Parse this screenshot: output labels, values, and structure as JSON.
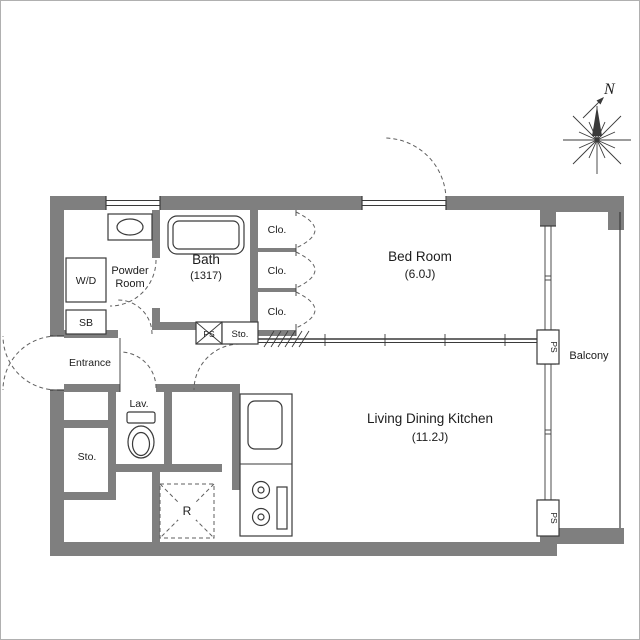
{
  "plan": {
    "compass": {
      "label": "N"
    },
    "rooms": {
      "bath": {
        "name": "Bath",
        "size": "(1317)"
      },
      "powder_room": {
        "name_line1": "Powder",
        "name_line2": "Room"
      },
      "washer_dryer": {
        "label": "W/D"
      },
      "shoe_box": {
        "label": "SB"
      },
      "entrance": {
        "label": "Entrance"
      },
      "pipe_space_hall": {
        "label": "PS"
      },
      "storage_hall": {
        "label": "Sto."
      },
      "closet_top": {
        "label": "Clo."
      },
      "closet_middle": {
        "label": "Clo."
      },
      "closet_bottom": {
        "label": "Clo."
      },
      "bedroom": {
        "name": "Bed Room",
        "size": "(6.0J)"
      },
      "living_dining_kitchen": {
        "name": "Living Dining Kitchen",
        "size": "(11.2J)"
      },
      "lavatory": {
        "label": "Lav."
      },
      "storage_left": {
        "label": "Sto."
      },
      "refrigerator_space": {
        "label": "R"
      },
      "balcony": {
        "label": "Balcony"
      },
      "pipe_space_right_top": {
        "label": "PS"
      },
      "pipe_space_right_bottom": {
        "label": "PS"
      }
    },
    "colors": {
      "wall": "#7f7f7f",
      "line": "#3a3a3a",
      "dash": "#5f5f5f",
      "text": "#1c1c1c",
      "background": "#ffffff",
      "frame": "#b0b0b0"
    }
  }
}
